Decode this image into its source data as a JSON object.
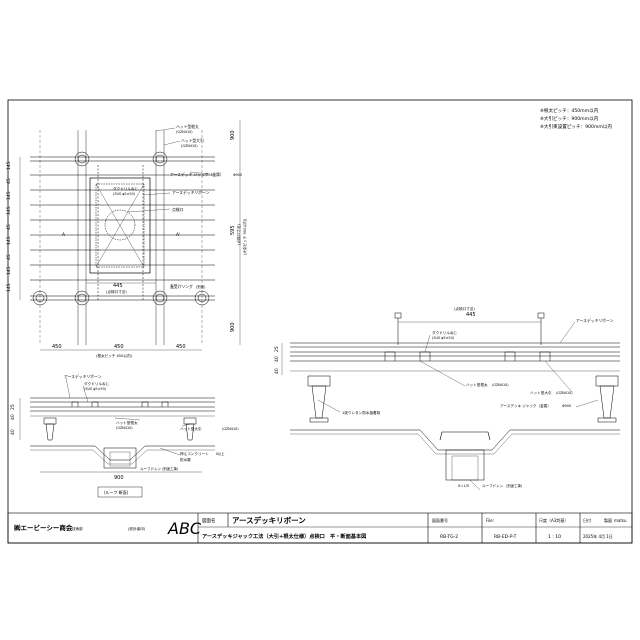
{
  "notes": [
    "※根太ピッチ：450mm以内",
    "※大引ピッチ：900mm以内",
    "※大引束設置ピッチ：900mm以内"
  ],
  "plan": {
    "dims_left": [
      "145",
      "45",
      "145",
      "145",
      "45",
      "145",
      "45",
      "145",
      "145"
    ],
    "dim_top_right": "900",
    "dim_bottom_right": "900",
    "dim_mid_right": "595",
    "dim_mid_right_sub": "(点検口寸法)",
    "dim_mid_right_pitch": "(大引ピッチ 900以内)",
    "dim_445": "445",
    "dim_445_sub": "(点検口寸法)",
    "dims_bottom": [
      "450",
      "450",
      "450"
    ],
    "dim_bottom_sub": "(根太ピッチ 450以内)",
    "section_A": "A",
    "section_A2": "A'",
    "labels": {
      "hat_neda": "ハット型根太",
      "hat_neda_code": "(GZN410)",
      "hat_obiki": "ハット型大引",
      "hat_obiki_code": "(GZN410)",
      "jack": "アースデッキ ジャック（金属）",
      "jack_code": "Φ900",
      "drill": "ダクドリルねじ",
      "drill_spec": "(SUS φ5×50)",
      "ribbon": "アースデッキリボーン",
      "tenkenguchi": "点検口",
      "futa": "蓋受けリング",
      "futa_code": "(別途)"
    }
  },
  "section_left": {
    "dims_left": [
      "25",
      "40",
      "40"
    ],
    "label_ribbon": "アースデッキリボーン",
    "label_drill": "ダクドリルねじ",
    "label_drill_spec": "(SUS φ5×50)",
    "label_hat_neda": "ハット型根太",
    "label_hat_neda_code": "(GZN410)",
    "label_hat_obiki": "ハット型大引",
    "label_hat_obiki_code": "(GZN410)",
    "label_concrete": "押えコンクリート",
    "label_concrete_sub": "Ⅱ以上",
    "label_waterproof": "防水層",
    "label_drain": "ルーフドレン",
    "label_drain_sub": "(別途工事)",
    "dim_900": "900",
    "caption": "(ルーフ 断面)"
  },
  "section_right": {
    "dim_445": "445",
    "dim_445_sub": "(点検口寸法)",
    "dims_left": [
      "25",
      "40",
      "40"
    ],
    "label_ribbon": "アースデッキリボーン",
    "label_drill": "ダクドリルねじ",
    "label_drill_spec": "(SUS φ5×50)",
    "label_hat_neda": "ハット型根太",
    "label_hat_neda_code": "(GZN410)",
    "label_hat_obiki": "ハット型大引",
    "label_hat_obiki_code": "(GZN410)",
    "label_jack": "アースデッキ ジャック（金属）",
    "label_jack_code": "Φ900",
    "label_urethane": "1液ウレタン防水接着剤",
    "label_drain": "ルーフドレン",
    "label_drain_sub": "(別途工事)",
    "scale_note": "S=1/5"
  },
  "title_block": {
    "company": "㈱エービーシー商会",
    "dept": "技術部",
    "approval": "(設計者印)",
    "logo": "ABC",
    "drawing_name_label": "図面名",
    "drawing_title": "アースデッキリボーン",
    "drawing_subtitle": "アースデッキジャック工法（大引+根太仕様）点検口　平・断面基本図",
    "drawing_no_label": "図面番号",
    "drawing_no": "RB-TG-2",
    "file_label": "File:",
    "file_no": "RB-ED-P-T",
    "scale_label": "尺度（A3判基）",
    "scale_value": "1 : 10",
    "date_label": "日付",
    "date_value": "2025年 4月 1日",
    "drawn_label": "製図",
    "drawn_by": "matsu"
  }
}
